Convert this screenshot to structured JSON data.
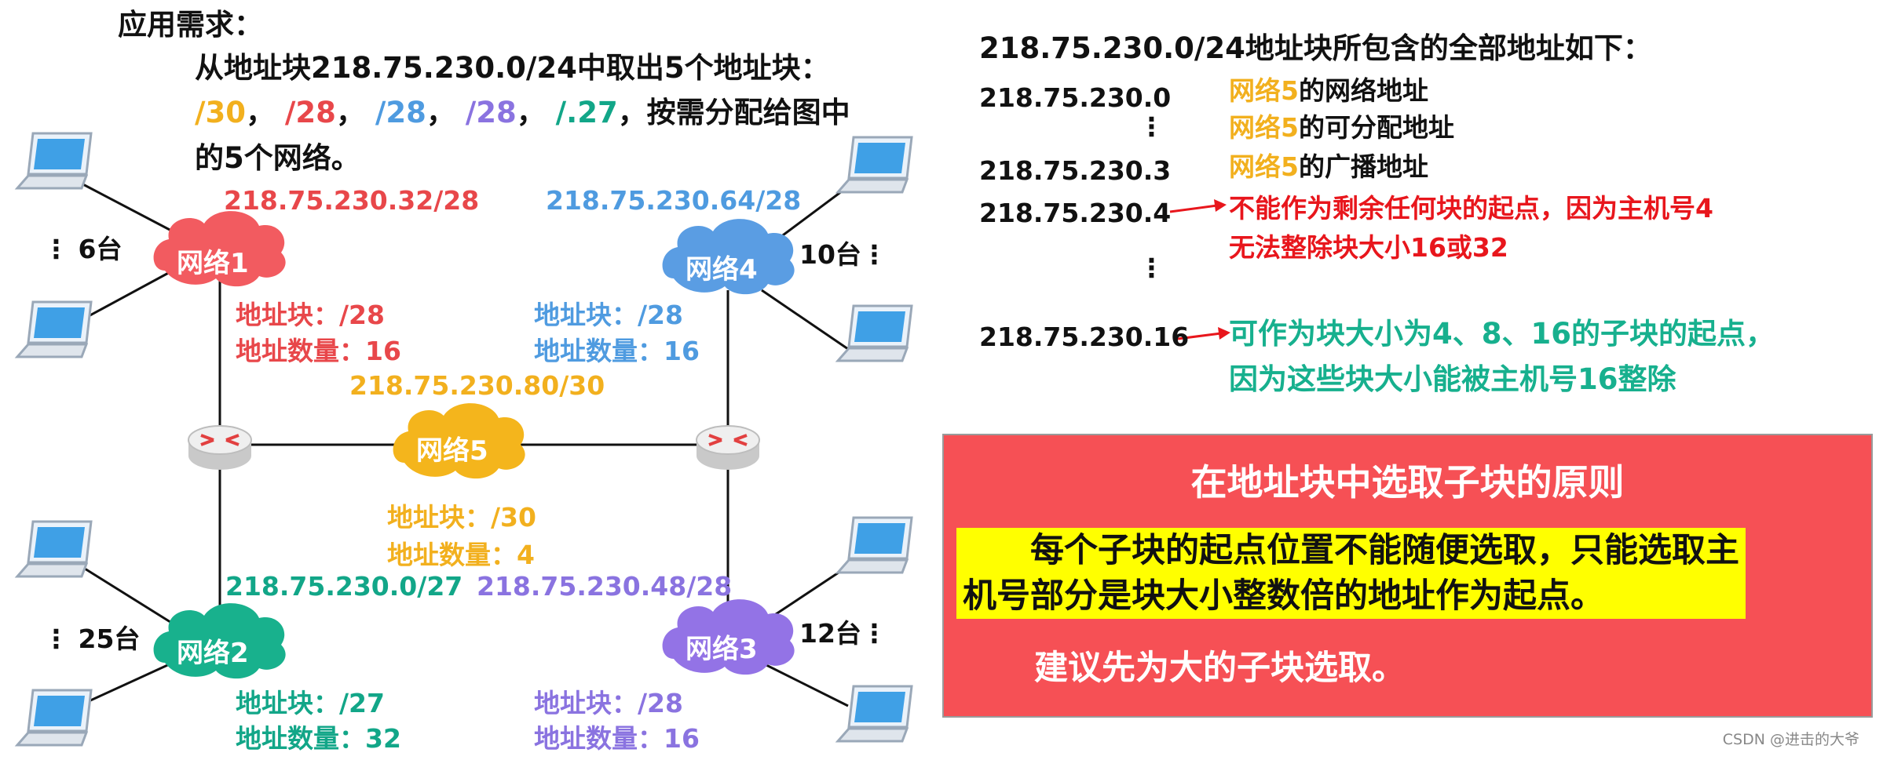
{
  "requirement": {
    "heading": "应用需求：",
    "line1": "从地址块218.75.230.0/24中取出5个地址块：",
    "line2_prefixes": [
      "/30",
      "/28",
      "/28",
      "/28",
      "/.27"
    ],
    "line2_suffix": "，按需分配给图中",
    "line3": "的5个网络。",
    "sep": "，"
  },
  "networks": [
    {
      "id": "net1",
      "name": "网络1",
      "cidr": "218.75.230.32/28",
      "block_label": "地址块：/28",
      "count_label": "地址数量：16",
      "hosts": "6台",
      "color": "#f25b60"
    },
    {
      "id": "net2",
      "name": "网络2",
      "cidr": "218.75.230.0/27",
      "block_label": "地址块：/27",
      "count_label": "地址数量：32",
      "hosts": "25台",
      "color": "#18b18d"
    },
    {
      "id": "net3",
      "name": "网络3",
      "cidr": "218.75.230.48/28",
      "block_label": "地址块：/28",
      "count_label": "地址数量：16",
      "hosts": "12台",
      "color": "#9373e6"
    },
    {
      "id": "net4",
      "name": "网络4",
      "cidr": "218.75.230.64/28",
      "block_label": "地址块：/28",
      "count_label": "地址数量：16",
      "hosts": "10台",
      "color": "#5a9de3"
    },
    {
      "id": "net5",
      "name": "网络5",
      "cidr": "218.75.230.80/30",
      "block_label": "地址块：/30",
      "count_label": "地址数量：4",
      "hosts": "",
      "color": "#f4b51c"
    }
  ],
  "address_list": {
    "title": "218.75.230.0/24地址块所包含的全部地址如下：",
    "rows": [
      {
        "addr": "218.75.230.0",
        "note_prefix": "网络5",
        "note": "的网络地址"
      },
      {
        "addr": "",
        "note_prefix": "网络5",
        "note": "的可分配地址"
      },
      {
        "addr": "218.75.230.3",
        "note_prefix": "网络5",
        "note": "的广播地址"
      },
      {
        "addr": "218.75.230.4",
        "note_line1": "不能作为剩余任何块的起点，因为主机号4",
        "note_line2": "无法整除块大小16或32"
      },
      {
        "addr": "218.75.230.16",
        "note_line1": "可作为块大小为4、8、16的子块的起点，",
        "note_line2": "因为这些块大小能被主机号16整除"
      }
    ],
    "ellipsis": "⋮"
  },
  "principle": {
    "title": "在地址块中选取子块的原则",
    "highlight_line1": "　　每个子块的起点位置不能随便选取，只能选取主",
    "highlight_line2": "机号部分是块大小整数倍的地址作为起点。",
    "advice": "建议先为大的子块选取。"
  },
  "watermark": "CSDN @进击的大爷",
  "icons": {
    "host": "laptop-icon",
    "router": "router-icon",
    "network": "cloud-icon",
    "arrow": "arrow-right-icon"
  },
  "colors": {
    "network1": "#f25b60",
    "network2": "#18b18d",
    "network3": "#9373e6",
    "network4": "#5a9de3",
    "network5": "#f4b51c",
    "principle_bg": "#f65055",
    "highlight": "#ffff00"
  }
}
